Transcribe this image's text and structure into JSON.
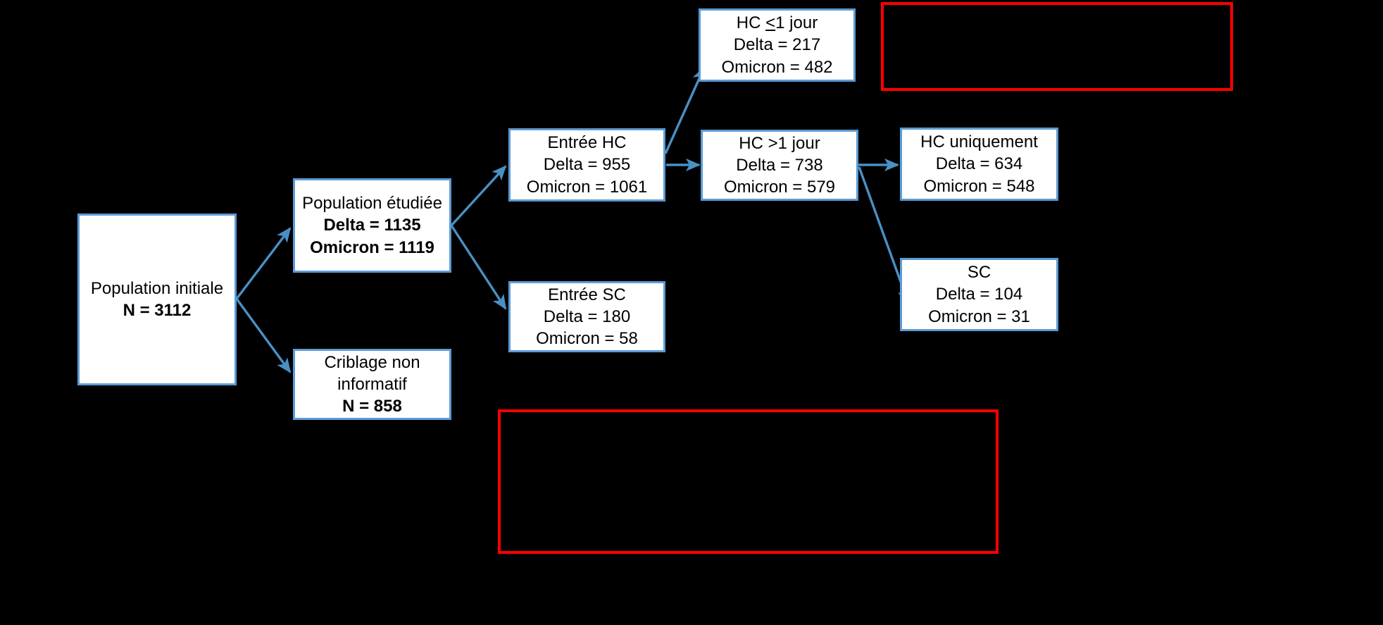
{
  "diagram": {
    "title": "Flow chart population Delta / Omicron",
    "background_color": "#000000",
    "node_border_color": "#5B9BD5",
    "node_fill_color": "#FFFFFF",
    "connector_color": "#4A90C4",
    "highlight_border_color": "#FF0000",
    "text_color": "#000000"
  },
  "nodes": {
    "population_initiale": {
      "name": "Population initiale",
      "line1": "Population initiale",
      "line2": "N = 3112"
    },
    "population_etudiee": {
      "name": "Population étudiée",
      "line1": "Population étudiée",
      "line2": "Delta = 1135",
      "line3": "Omicron = 1119"
    },
    "criblage_non_informatif": {
      "name": "Criblage non informatif",
      "line1": "Criblage non",
      "line2": "informatif",
      "line3": "N = 858"
    },
    "entree_hc": {
      "name": "Entrée HC",
      "line1": "Entrée HC",
      "line2": "Delta = 955",
      "line3": "Omicron = 1061"
    },
    "entree_sc": {
      "name": "Entrée SC",
      "line1": "Entrée SC",
      "line2": "Delta = 180",
      "line3": "Omicron = 58"
    },
    "hc_le_1_jour": {
      "name": "HC <1 jour",
      "line1_prefix": "HC ",
      "line1_symbol": "<",
      "line1_suffix": "1 jour",
      "line2": "Delta = 217",
      "line3": "Omicron = 482"
    },
    "hc_gt_1_jour": {
      "name": "HC >1 jour",
      "line1": "HC >1 jour",
      "line2": "Delta = 738",
      "line3": "Omicron = 579"
    },
    "hc_uniquement": {
      "name": "HC uniquement",
      "line1": "HC uniquement",
      "line2": "Delta = 634",
      "line3": "Omicron = 548"
    },
    "sc": {
      "name": "SC",
      "line1": "SC",
      "line2": "Delta = 104",
      "line3": "Omicron = 31"
    }
  },
  "annotation_boxes": {
    "top_right": {
      "label": "",
      "border_color": "#FF0000"
    },
    "bottom_center": {
      "label": "",
      "border_color": "#FF0000"
    }
  }
}
